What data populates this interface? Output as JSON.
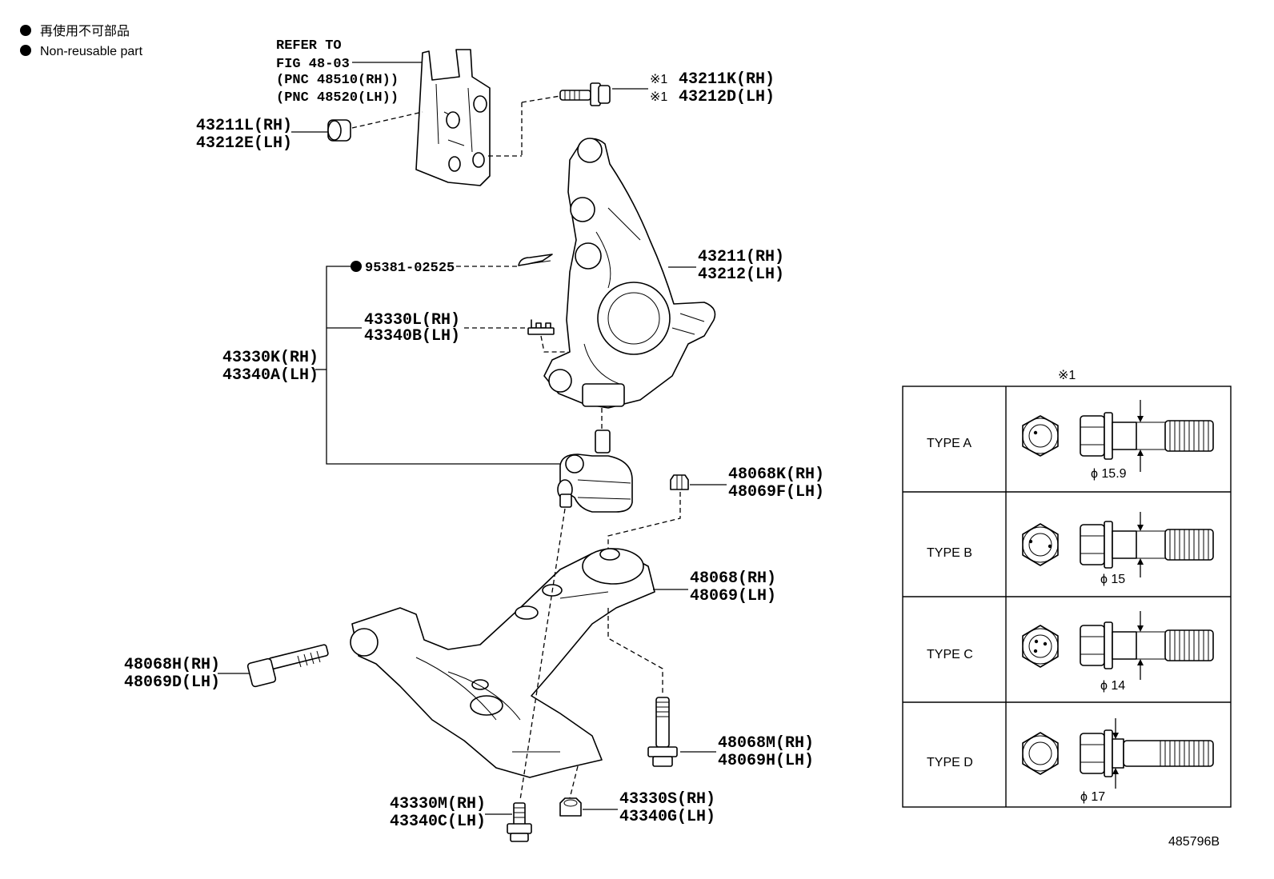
{
  "legend": {
    "jp": "再使用不可部品",
    "en": "Non-reusable part"
  },
  "refer": {
    "line1": "REFER TO",
    "line2": "FIG 48-03",
    "line3": "(PNC 48510(RH))",
    "line4": "(PNC 48520(LH))"
  },
  "parts": {
    "p43211K": "43211K(RH)",
    "p43212D": "43212D(LH)",
    "p43211L": "43211L(RH)",
    "p43212E": "43212E(LH)",
    "p43211": "43211(RH)",
    "p43212": "43212(LH)",
    "p95381": "95381-02525",
    "p43330L": "43330L(RH)",
    "p43340B": "43340B(LH)",
    "p43330K": "43330K(RH)",
    "p43340A": "43340A(LH)",
    "p48068K": "48068K(RH)",
    "p48069F": "48069F(LH)",
    "p48068": "48068(RH)",
    "p48069": "48069(LH)",
    "p48068H": "48068H(RH)",
    "p48069D": "48069D(LH)",
    "p48068M": "48068M(RH)",
    "p48069H": "48069H(LH)",
    "p43330M": "43330M(RH)",
    "p43340C": "43340C(LH)",
    "p43330S": "43330S(RH)",
    "p43340G": "43340G(LH)"
  },
  "note_mark": "※1",
  "bolt_table": {
    "title": "※1",
    "rows": [
      {
        "type": "TYPE A",
        "dia": "ϕ 15.9"
      },
      {
        "type": "TYPE B",
        "dia": "ϕ 15"
      },
      {
        "type": "TYPE C",
        "dia": "ϕ 14"
      },
      {
        "type": "TYPE D",
        "dia": "ϕ 17"
      }
    ]
  },
  "figure_id": "485796B"
}
